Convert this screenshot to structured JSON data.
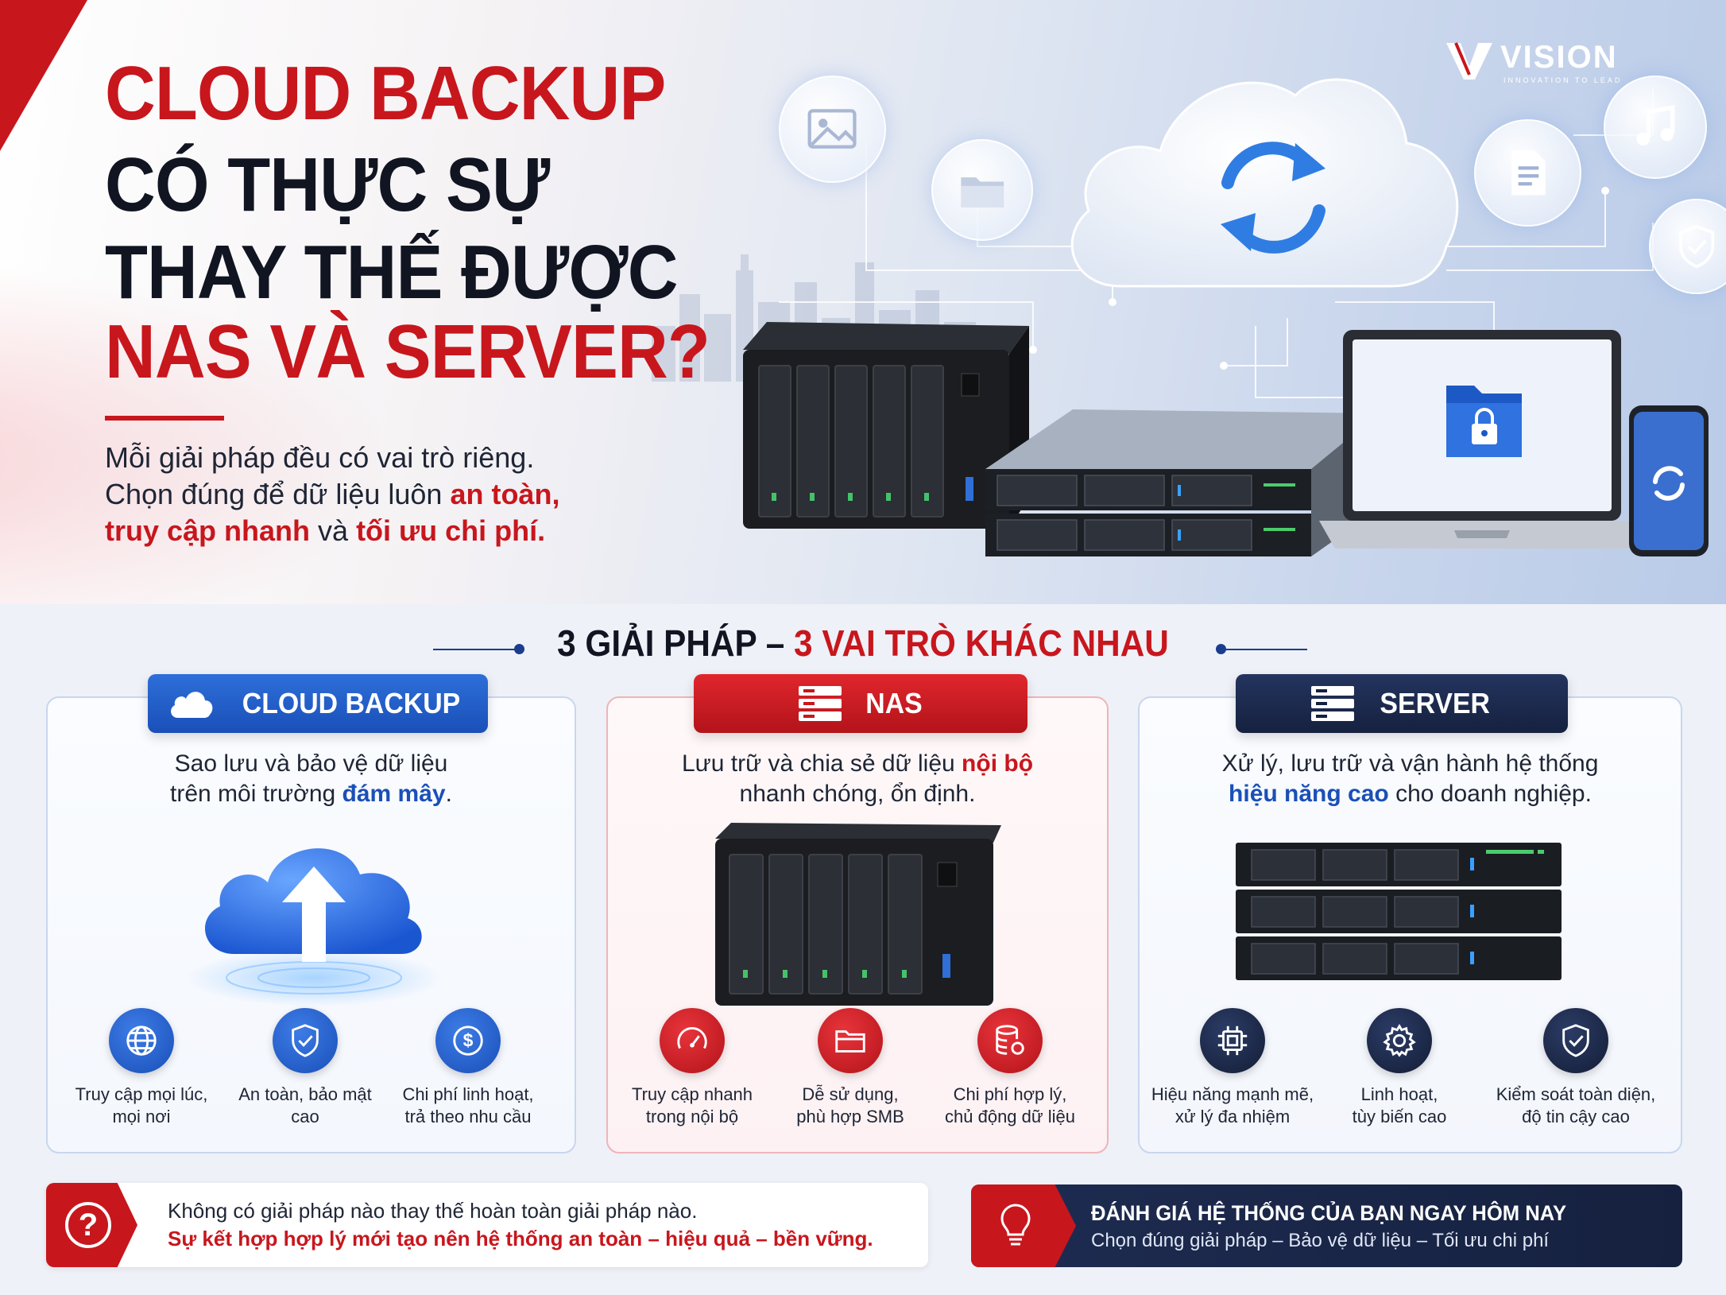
{
  "hero": {
    "title_line1": "CLOUD BACKUP",
    "title_line2": "CÓ THỰC SỰ",
    "title_line3": "THAY THẾ ĐƯỢC",
    "title_line4": "NAS VÀ SERVER?",
    "subtitle_line1": "Mỗi giải pháp đều có vai trò riêng.",
    "subtitle_line2_a": "Chọn đúng để dữ liệu luôn ",
    "subtitle_line2_hl": "an toàn,",
    "subtitle_line3_hl1": "truy cập nhanh",
    "subtitle_line3_b": " và ",
    "subtitle_line3_hl2": "tối ưu chi phí."
  },
  "logo": {
    "wordmark": "VISION",
    "tagline": "INNOVATION TO LEAD"
  },
  "section": {
    "heading_a": "3 GIẢI PHÁP – ",
    "heading_b": "3 VAI TRÒ KHÁC NHAU"
  },
  "cards": {
    "cloud": {
      "label": "CLOUD BACKUP",
      "desc_line1": "Sao lưu và bảo vệ dữ liệu",
      "desc_line2_a": "trên môi trường ",
      "desc_line2_hl": "đám mây",
      "desc_line2_b": ".",
      "features": [
        {
          "line1": "Truy cập mọi lúc,",
          "line2": "mọi nơi",
          "icon": "globe-icon"
        },
        {
          "line1": "An toàn, bảo mật",
          "line2": "cao",
          "icon": "shield-check-icon"
        },
        {
          "line1": "Chi phí linh hoạt,",
          "line2": "trả theo nhu cầu",
          "icon": "dollar-icon"
        }
      ]
    },
    "nas": {
      "label": "NAS",
      "desc_line1_a": "Lưu trữ và chia sẻ dữ liệu ",
      "desc_line1_hl": "nội bộ",
      "desc_line2": "nhanh chóng, ổn định.",
      "features": [
        {
          "line1": "Truy cập nhanh",
          "line2": "trong nội bộ",
          "icon": "speedometer-icon"
        },
        {
          "line1": "Dễ sử dụng,",
          "line2": "phù hợp SMB",
          "icon": "folder-icon"
        },
        {
          "line1": "Chi phí hợp lý,",
          "line2": "chủ động dữ liệu",
          "icon": "database-icon"
        }
      ]
    },
    "server": {
      "label": "SERVER",
      "desc_line1": "Xử lý, lưu trữ và vận hành hệ thống",
      "desc_line2_hl": "hiệu năng cao",
      "desc_line2_b": " cho doanh nghiệp.",
      "features": [
        {
          "line1": "Hiệu năng mạnh mẽ,",
          "line2": "xử lý đa nhiệm",
          "icon": "cpu-icon"
        },
        {
          "line1": "Linh hoạt,",
          "line2": "tùy biến cao",
          "icon": "gear-icon"
        },
        {
          "line1": "Kiểm soát toàn diện,",
          "line2": "độ tin cậy cao",
          "icon": "shield-check-icon"
        }
      ]
    }
  },
  "note": {
    "line1": "Không có giải pháp nào thay thế hoàn toàn giải pháp nào.",
    "line2": "Sự kết hợp hợp lý mới tạo nên hệ thống an toàn – hiệu quả – bền vững."
  },
  "cta": {
    "title": "ĐÁNH GIÁ HỆ THỐNG CỦA BẠN NGAY HÔM NAY",
    "subtitle": "Chọn đúng giải pháp – Bảo vệ dữ liệu – Tối ưu chi phí"
  },
  "colors": {
    "brand_red": "#c8161d",
    "brand_blue": "#1a4fb8",
    "brand_navy": "#15213f"
  }
}
